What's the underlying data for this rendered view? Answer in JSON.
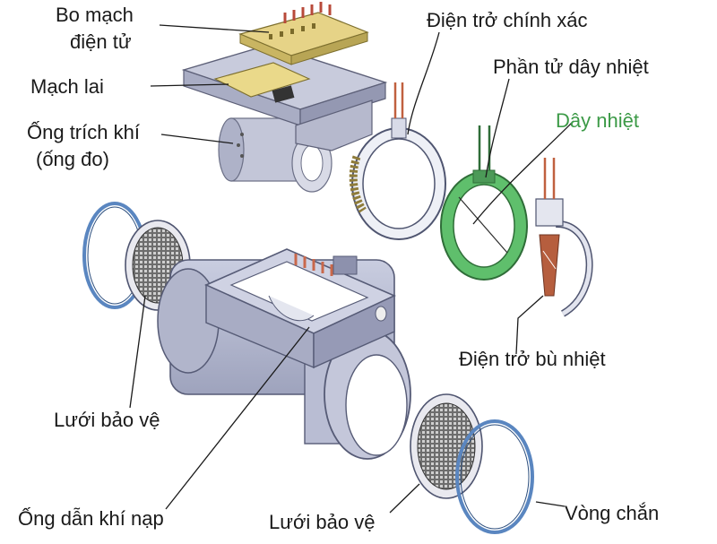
{
  "labels": {
    "bo_mach_1": "Bo mạch",
    "bo_mach_2": "điện tử",
    "mach_lai": "Mạch lai",
    "ong_trich_1": "Ống trích khí",
    "ong_trich_2": "(ống đo)",
    "dien_tro_chinh_xac": "Điện trở chính xác",
    "phan_tu_day_nhiet": "Phần tử dây nhiệt",
    "day_nhiet": "Dây nhiệt",
    "dien_tro_bu_nhiet": "Điện trở bù nhiệt",
    "luoi_bao_ve_left": "Lưới bảo vệ",
    "luoi_bao_ve_bottom": "Lưới bảo vệ",
    "ong_dan_khi_nap": "Ống dẫn khí nạp",
    "vong_chan": "Vòng chắn"
  },
  "colors": {
    "hot_wire_label": "#3c9a47",
    "housing": "#b9bdd3",
    "ring_blue": "#5a86c0",
    "green_ring": "#3fa54f",
    "pcb": "#e2cf7e"
  }
}
